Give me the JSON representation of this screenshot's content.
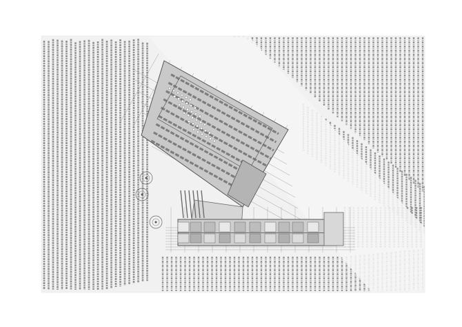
{
  "colors": {
    "paper": "#ffffff",
    "ground": "#f1f1f1",
    "vineyard_row": "#7a7a7a",
    "building_fill": "#c4c4c4",
    "building_dark": "#8a8a8a",
    "line": "#555555",
    "grid_line": "#777777"
  },
  "plan": {
    "north_wing": {
      "label": "",
      "pattern": "tank-rows"
    },
    "east_wing": {
      "label": "",
      "pattern": "rooms"
    },
    "courtyard_trees": 3,
    "landscape": "vineyard"
  }
}
